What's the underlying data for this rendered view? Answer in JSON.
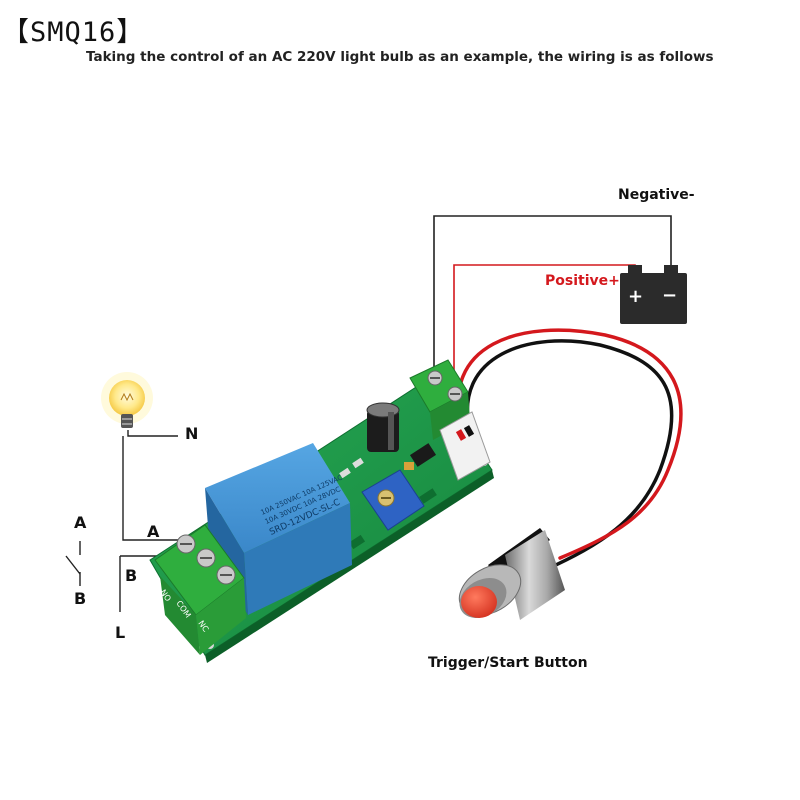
{
  "brand": "【SMQ16】",
  "subtitle": "Taking the control of an AC 220V light bulb as an example, the wiring is as follows",
  "labels": {
    "negative": "Negative-",
    "positive": "Positive+",
    "neutral": "N",
    "terminal_a": "A",
    "terminal_b": "B",
    "switch_a": "A",
    "switch_b": "B",
    "live": "L",
    "button": "Trigger/Start Button"
  },
  "battery": {
    "plus": "+",
    "minus": "−"
  },
  "board": {
    "relay_text": [
      "10A 250VAC 10A 125VAC",
      "10A 30VDC 10A 28VDC",
      "SRD-12VDC-SL-C"
    ],
    "terminal_marks": [
      "NO",
      "COM",
      "NC"
    ]
  },
  "colors": {
    "pcb": "#1f9a4a",
    "relay": "#3d8fd1",
    "terminal": "#2fae3e",
    "positive_wire": "#d4181d",
    "button": "#e4432f"
  }
}
